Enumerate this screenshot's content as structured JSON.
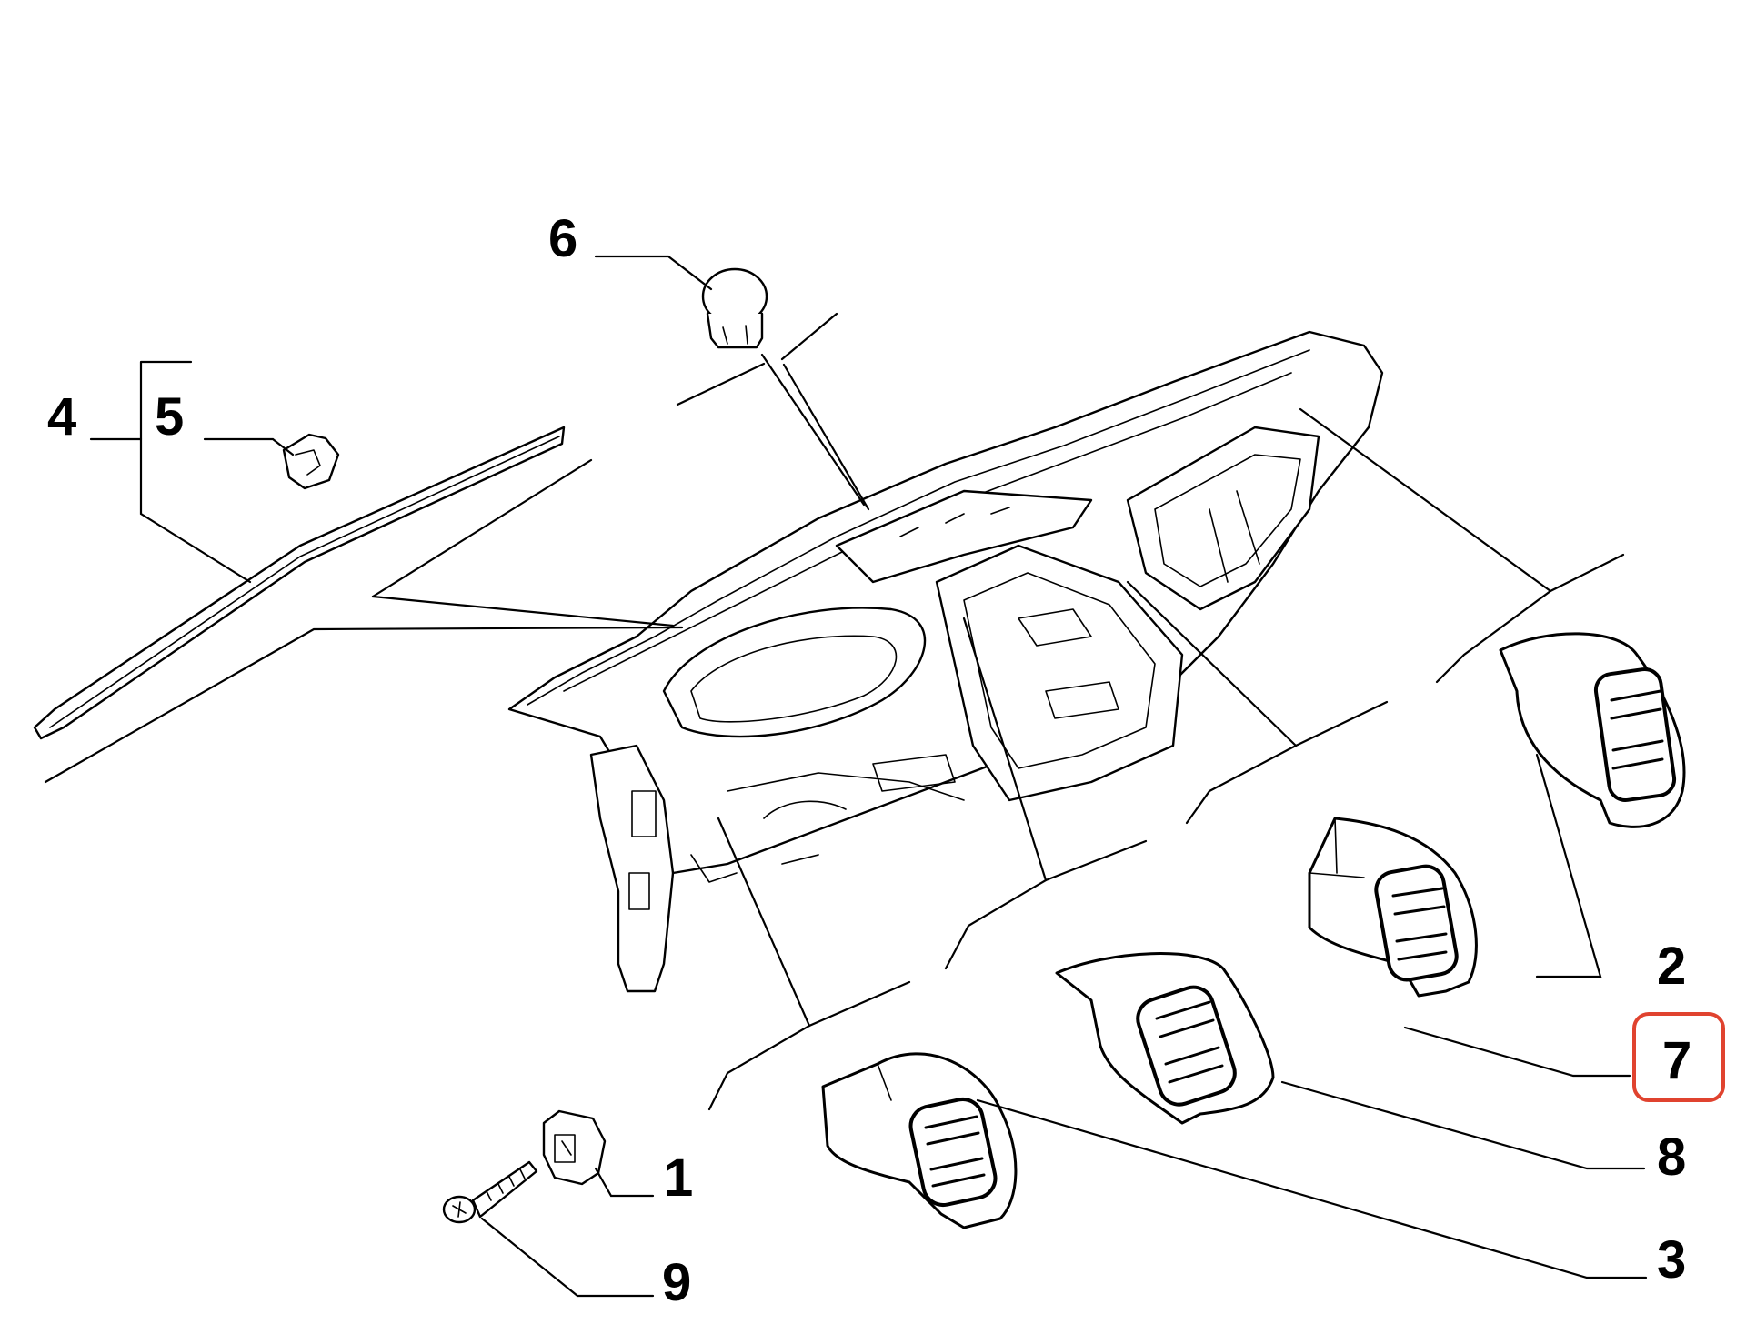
{
  "callouts": [
    {
      "id": "1",
      "label": "1"
    },
    {
      "id": "2",
      "label": "2"
    },
    {
      "id": "3",
      "label": "3"
    },
    {
      "id": "4",
      "label": "4"
    },
    {
      "id": "5",
      "label": "5"
    },
    {
      "id": "6",
      "label": "6"
    },
    {
      "id": "7",
      "label": "7"
    },
    {
      "id": "8",
      "label": "8"
    },
    {
      "id": "9",
      "label": "9"
    }
  ],
  "highlight": {
    "callout": "7",
    "color": "#e0432f"
  },
  "colors": {
    "line": "#000000",
    "background": "#ffffff"
  },
  "parts": [
    {
      "callout": "1",
      "icon": "clip-nut-icon"
    },
    {
      "callout": "2",
      "icon": "air-vent-icon"
    },
    {
      "callout": "3",
      "icon": "air-vent-icon"
    },
    {
      "callout": "4",
      "icon": "trim-strip-icon"
    },
    {
      "callout": "5",
      "icon": "clip-icon"
    },
    {
      "callout": "6",
      "icon": "cap-plug-icon"
    },
    {
      "callout": "7",
      "icon": "air-vent-icon"
    },
    {
      "callout": "8",
      "icon": "air-vent-icon"
    },
    {
      "callout": "9",
      "icon": "screw-icon"
    }
  ]
}
